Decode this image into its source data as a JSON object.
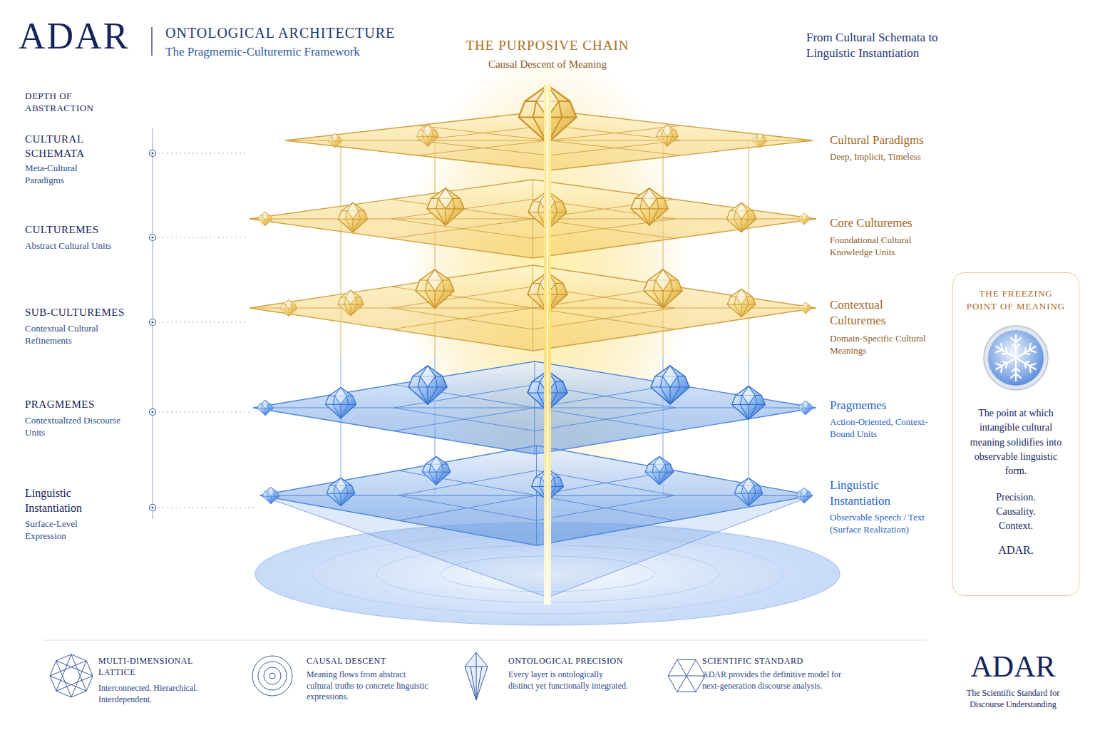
{
  "diagram": {
    "title": "ADAR",
    "nodes": [
      {
        "text": [
          "THE FREEZING POINT OF MEANING",
          "The point at which intangible cultural meaning solidifies into observable linguistic form.",
          "Precision. Causality. Context.",
          "ADAR."
        ]
      }
    ],
    "labels": [
      "ONTOLOGICAL ARCHITECTURE",
      "The Pragmemic-Culturemic Framework",
      "THE PURPOSIVE CHAIN",
      "Causal Descent of Meaning",
      "From Cultural Schemata to Linguistic Instantiation",
      "DEPTH OF ABSTRACTION",
      "CULTURAL SCHEMATA",
      "Meta-Cultural Paradigms",
      "CULTUREMES",
      "Abstract Cultural Units",
      "SUB-CULTUREMES",
      "Contextual Cultural Refinements",
      "PRAGMEMES",
      "Contextualized Discourse Units",
      "Linguistic Instantiation",
      "Surface-Level Expression",
      "Cultural Paradigms",
      "Deep, Implicit, Timeless",
      "Core Culturemes",
      "Foundational Cultural Knowledge Units",
      "Contextual Culturemes",
      "Domain-Specific Cultural Meanings",
      "Pragmemes",
      "Action-Oriented, Context-Bound Units",
      "Linguistic Instantiation",
      "Observable Speech / Text (Surface Realization)",
      "MULTI-DIMENSIONAL LATTICE",
      "Interconnected. Hierarchical. Interdependent.",
      "CAUSAL DESCENT",
      "Meaning flows from abstract cultural truths to concrete linguistic expressions.",
      "ONTOLOGICAL PRECISION",
      "Every layer is ontologically distinct yet functionally integrated.",
      "SCIENTIFIC STANDARD",
      "ADAR provides the definitive model for next-generation discourse analysis.",
      "ADAR",
      "The Scientific Standard for Discourse Understanding"
    ]
  }
}
